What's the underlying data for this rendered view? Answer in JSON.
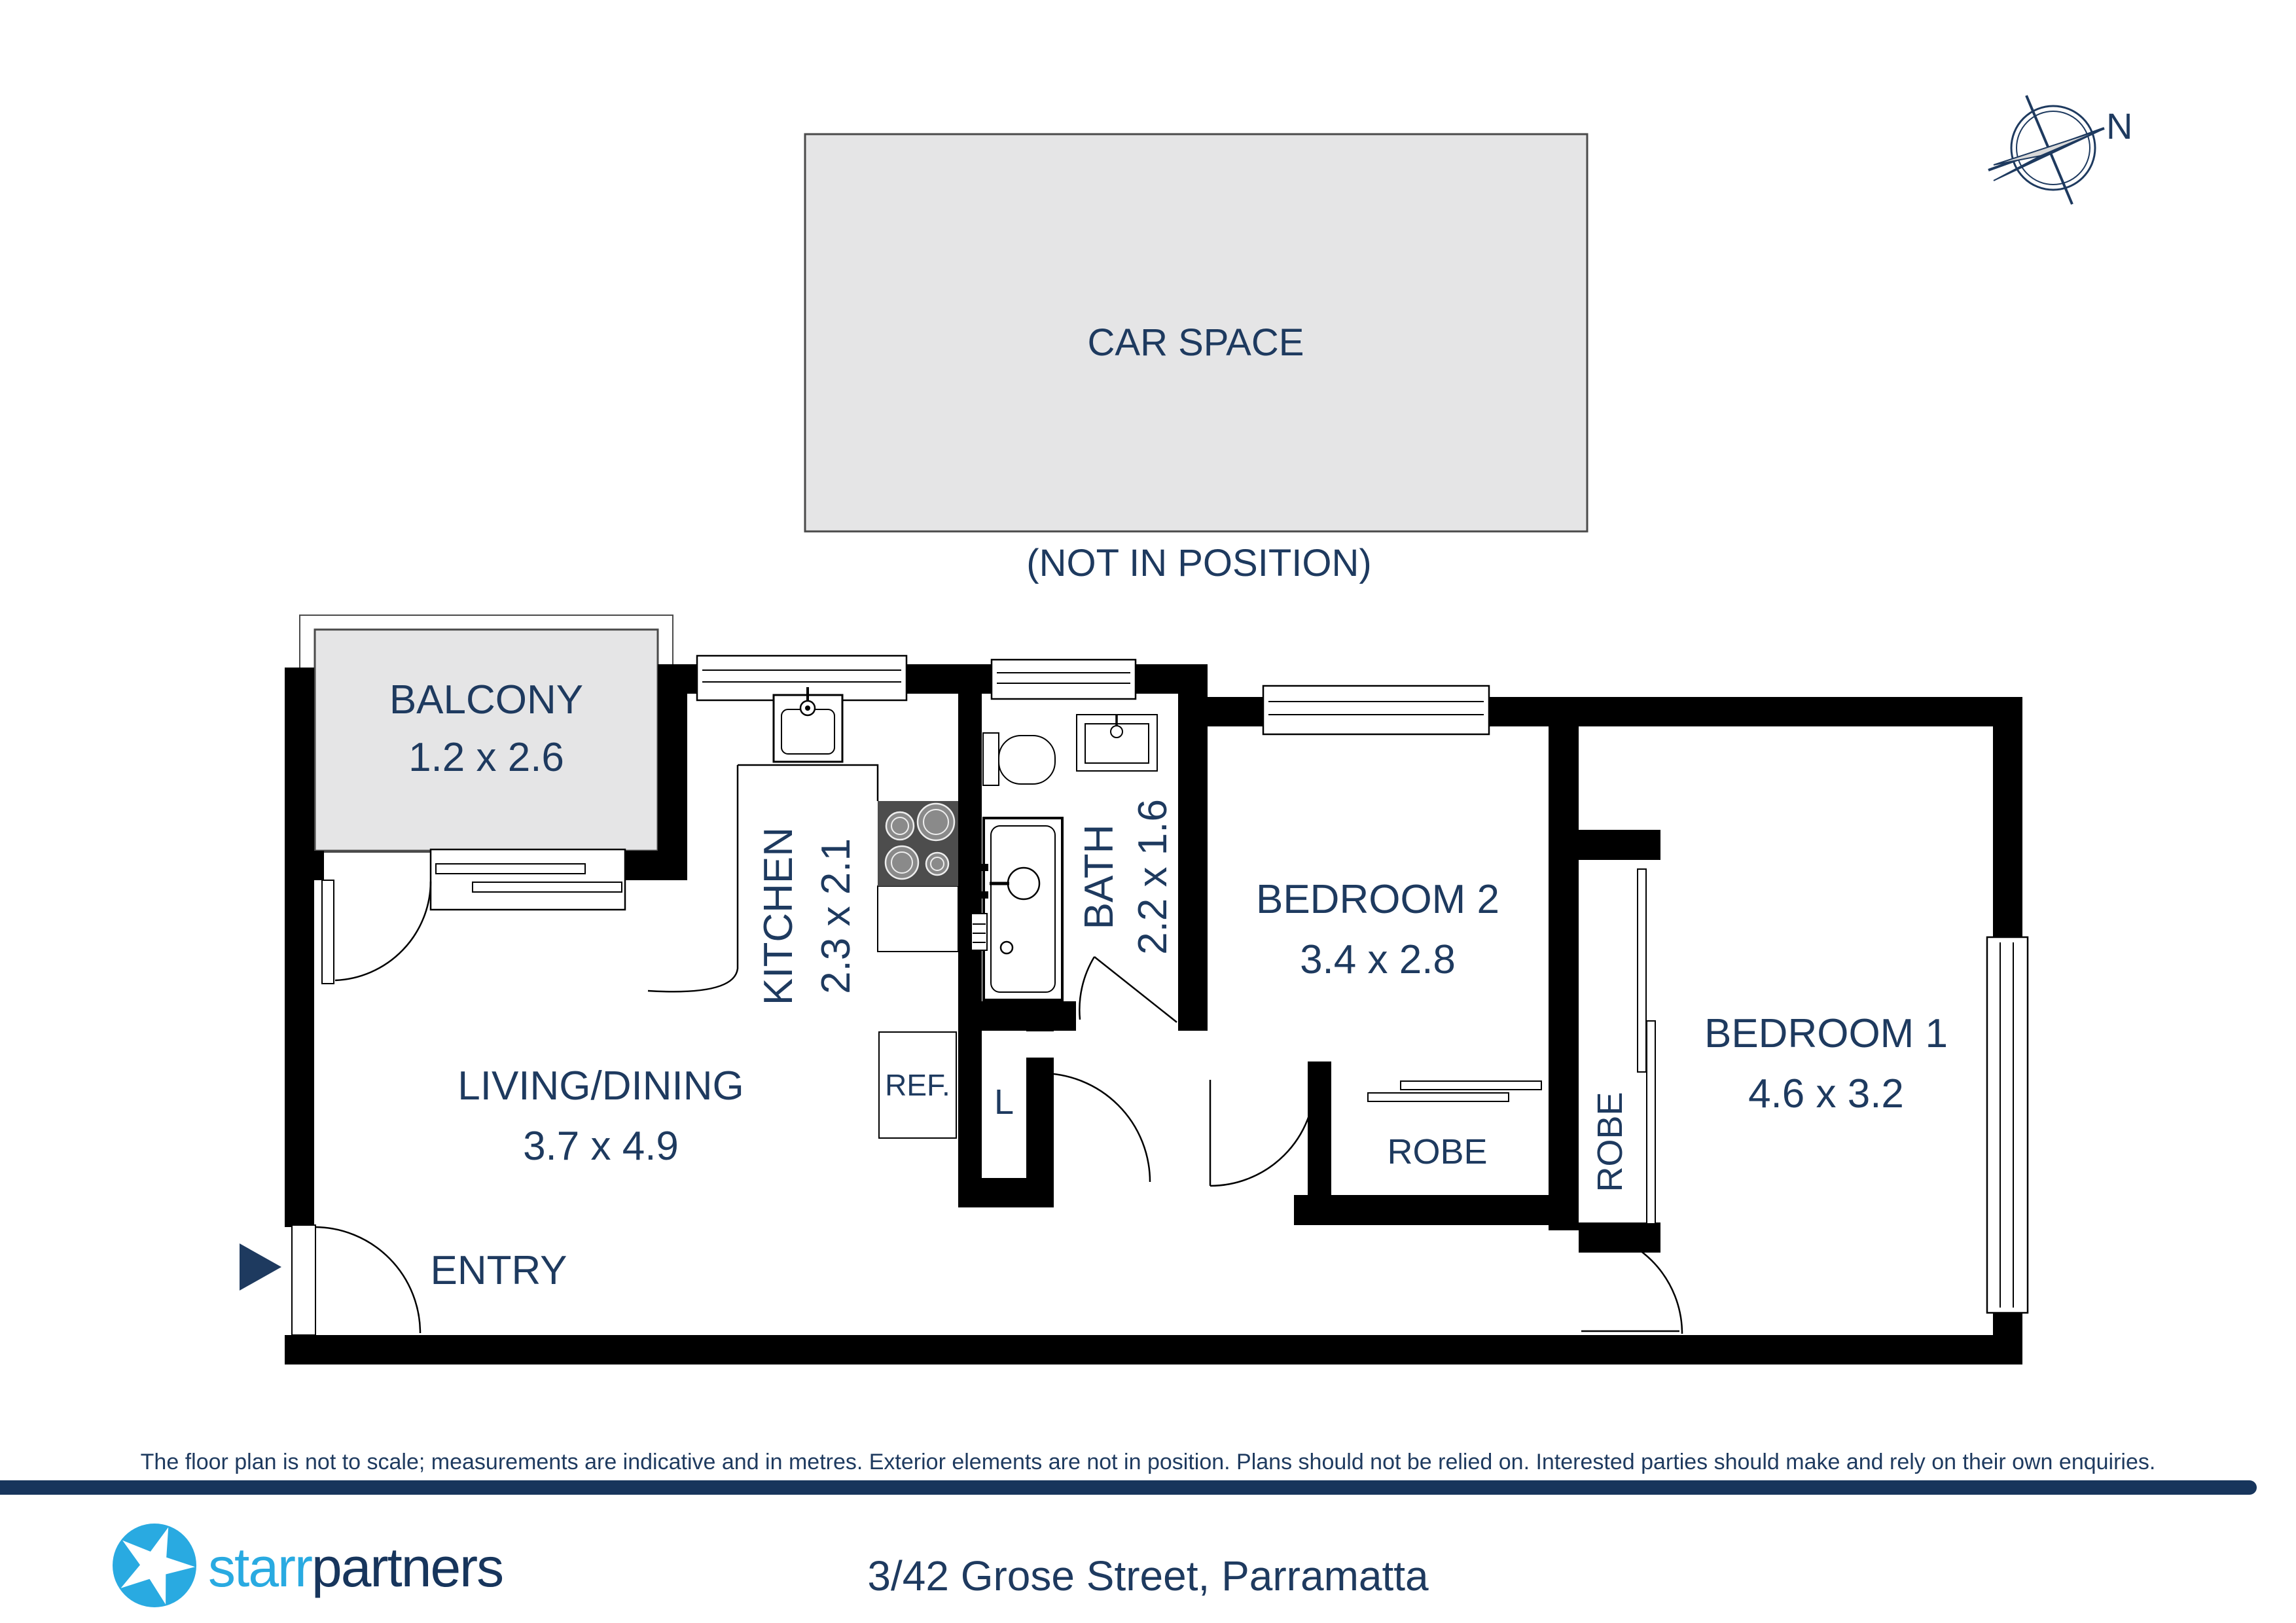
{
  "compass": {
    "label": "N"
  },
  "car_space": {
    "label": "CAR SPACE",
    "note": "(NOT IN POSITION)"
  },
  "rooms": {
    "balcony": {
      "name": "BALCONY",
      "dims": "1.2 x 2.6"
    },
    "living_dining": {
      "name": "LIVING/DINING",
      "dims": "3.7 x 4.9"
    },
    "kitchen": {
      "name": "KITCHEN",
      "dims": "2.3 x 2.1"
    },
    "bath": {
      "name": "BATH",
      "dims": "2.2 x 1.6"
    },
    "bedroom2": {
      "name": "BEDROOM 2",
      "dims": "3.4 x 2.8"
    },
    "bedroom1": {
      "name": "BEDROOM 1",
      "dims": "4.6 x 3.2"
    },
    "robe_bedroom2": {
      "name": "ROBE"
    },
    "robe_bedroom1": {
      "name": "ROBE"
    },
    "entry": {
      "name": "ENTRY"
    },
    "fridge": {
      "name": "REF."
    },
    "linen": {
      "name": "L"
    }
  },
  "disclaimer": "The floor plan is not to scale; measurements are indicative and in metres. Exterior elements are not in position. Plans should not be relied on. Interested parties should make and rely on their own enquiries.",
  "footer": {
    "brand_first": "starr",
    "brand_second": "partners",
    "address": "3/42 Grose Street, Parramatta"
  },
  "colors": {
    "text_navy": "#1e3a5f",
    "wall_black": "#000000",
    "area_fill": "#e5e5e6",
    "brand_blue": "#29aae1",
    "brand_navy": "#17355c"
  }
}
